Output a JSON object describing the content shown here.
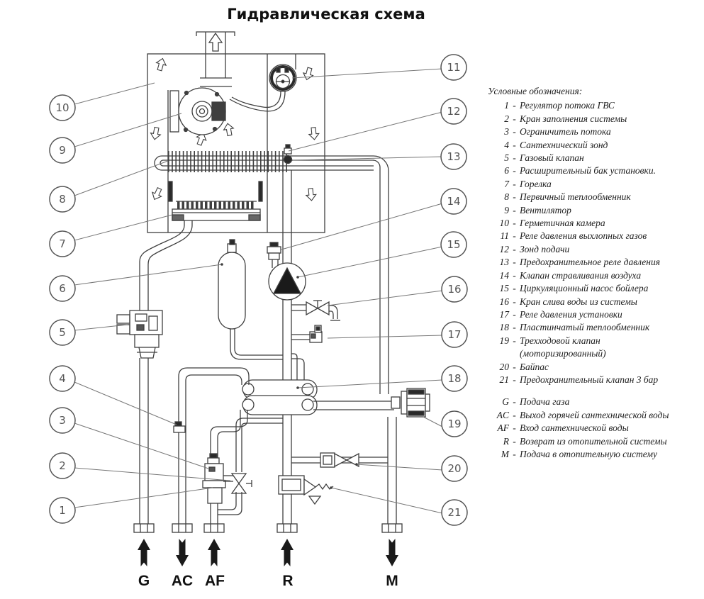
{
  "title": "Гидравлическая схема",
  "legend": {
    "header": "Условные обозначения:",
    "dash": "-",
    "items": [
      {
        "num": "1",
        "text": "Регулятор потока ГВС"
      },
      {
        "num": "2",
        "text": "Кран заполнения системы"
      },
      {
        "num": "3",
        "text": "Ограничитель потока"
      },
      {
        "num": "4",
        "text": "Сантехнический зонд"
      },
      {
        "num": "5",
        "text": "Газовый клапан"
      },
      {
        "num": "6",
        "text": "Расширительный бак установки."
      },
      {
        "num": "7",
        "text": "Горелка"
      },
      {
        "num": "8",
        "text": "Первичный теплообменник"
      },
      {
        "num": "9",
        "text": "Вентилятор"
      },
      {
        "num": "10",
        "text": "Герметичная камера"
      },
      {
        "num": "11",
        "text": "Реле давления выхлопных газов"
      },
      {
        "num": "12",
        "text": "Зонд подачи"
      },
      {
        "num": "13",
        "text": "Предохранительное реле давления"
      },
      {
        "num": "14",
        "text": "Клапан стравливания воздуха"
      },
      {
        "num": "15",
        "text": "Циркуляционный насос бойлера"
      },
      {
        "num": "16",
        "text": "Кран слива воды из системы"
      },
      {
        "num": "17",
        "text": "Реле давления установки"
      },
      {
        "num": "18",
        "text": "Пластинчатый теплообменник"
      },
      {
        "num": "19",
        "text": "Трехходовой клапан",
        "note": "(моторизированный)"
      },
      {
        "num": "20",
        "text": "Байпас"
      },
      {
        "num": "21",
        "text": "Предохранительный клапан 3 бар"
      }
    ],
    "ports": [
      {
        "code": "G",
        "text": "Подача газа"
      },
      {
        "code": "AC",
        "text": "Выход горячей сантехнической воды"
      },
      {
        "code": "AF",
        "text": "Вход сантехнической воды"
      },
      {
        "code": "R",
        "text": "Возврат из отопительной системы"
      },
      {
        "code": "M",
        "text": "Подача в отопительную систему"
      }
    ]
  },
  "diagram": {
    "callout_labels": [
      "1",
      "2",
      "3",
      "4",
      "5",
      "6",
      "7",
      "8",
      "9",
      "10",
      "11",
      "12",
      "13",
      "14",
      "15",
      "16",
      "17",
      "18",
      "19",
      "20",
      "21"
    ],
    "port_labels": [
      "G",
      "AC",
      "AF",
      "R",
      "M"
    ]
  },
  "colors": {
    "line": "#3f3f3f",
    "leader": "#777777",
    "solid": "#1a1a1a",
    "text": "#1d1d1d"
  }
}
